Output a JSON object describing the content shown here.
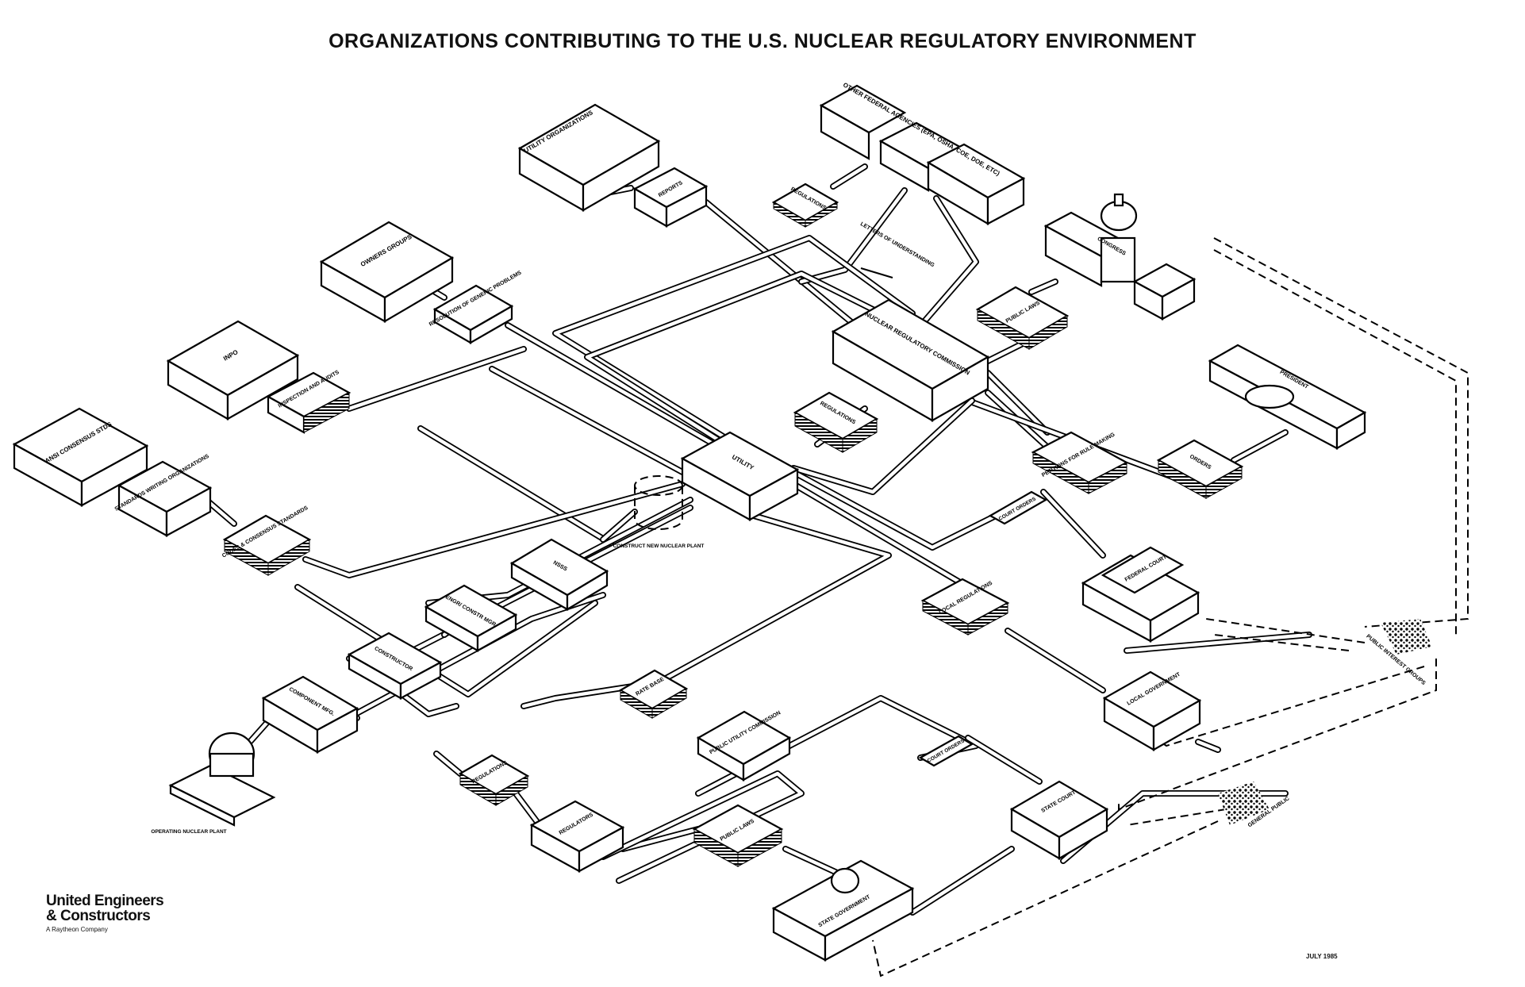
{
  "title": "ORGANIZATIONS CONTRIBUTING TO THE U.S. NUCLEAR REGULATORY ENVIRONMENT",
  "nodes": {
    "utility_orgs": "UTILITY ORGANIZATIONS",
    "reports": "REPORTS",
    "other_federal": "OTHER FEDERAL AGENCIES (EPA, OSHA, COE, DOE, ETC)",
    "regulations_top": "REGULATIONS",
    "letters": "LETTERS OF UNDERSTANDING",
    "congress": "CONGRESS",
    "owners_groups": "OWNERS GROUPS",
    "resolution": "RESOLUTION OF GENERIC PROBLEMS",
    "public_laws_top": "PUBLIC LAWS",
    "nrc": "NUCLEAR REGULATORY COMMISSION",
    "inpo": "INPO",
    "inspection": "INSPECTION AND AUDITS",
    "president": "PRESIDENT",
    "regulations_mid": "REGULATIONS",
    "ansi": "ANSI CONSENSUS STDS",
    "standards": "STANDARDS WRITING ORGANIZATIONS",
    "utility": "UTILITY",
    "petitions": "PETITIONS FOR RULE MAKING",
    "orders": "ORDERS",
    "codes": "CODES & CONSENSUS STANDARDS",
    "court_orders_top": "COURT ORDERS",
    "construct_new": "CONSTRUCT NEW NUCLEAR PLANT",
    "nsss": "NSSS",
    "federal_court": "FEDERAL COURT",
    "engr": "ENGR/ CONSTR MGR.",
    "local_regs": "LOCAL REGULATIONS",
    "constructor": "CONSTRUCTOR",
    "public_interest": "PUBLIC INTEREST GROUPS",
    "rate_base": "RATE BASE",
    "local_gov": "LOCAL GOVERNMENT",
    "component": "COMPONENT MFG.",
    "puc": "PUBLIC UTILITY COMMISSION",
    "court_orders_bot": "COURT ORDERS",
    "operating": "OPERATING NUCLEAR PLANT",
    "regulations_bot": "REGULATIONS",
    "state_court": "STATE COURT",
    "general_public": "GENERAL PUBLIC",
    "regulators": "REGULATORS",
    "public_laws_bot": "PUBLIC LAWS",
    "state_gov": "STATE GOVERNMENT"
  },
  "logo": {
    "line1": "United Engineers",
    "line2": "& Constructors",
    "line3": "A Raytheon Company"
  },
  "date": "JULY 1985"
}
